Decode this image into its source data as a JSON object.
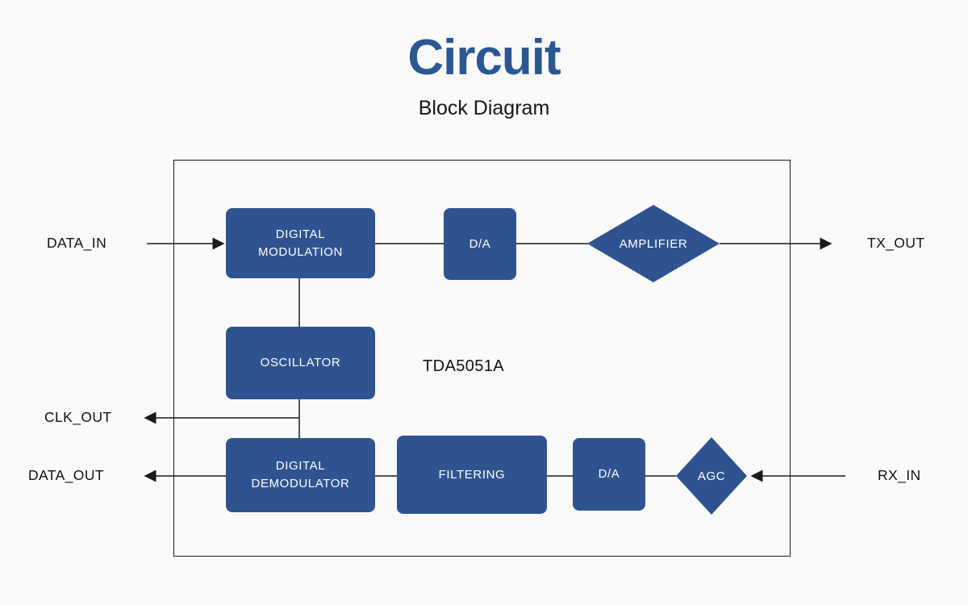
{
  "header": {
    "title": "Circuit",
    "subtitle": "Block Diagram"
  },
  "chip": {
    "label": "TDA5051A"
  },
  "blocks": {
    "digital_modulation": "DIGITAL MODULATION",
    "da_top": "D/A",
    "amplifier": "AMPLIFIER",
    "oscillator": "OSCILLATOR",
    "digital_demodulator": "DIGITAL DEMODULATOR",
    "filtering": "FILTERING",
    "da_bottom": "D/A",
    "agc": "AGC"
  },
  "ports": {
    "data_in": "DATA_IN",
    "tx_out": "TX_OUT",
    "clk_out": "CLK_OUT",
    "data_out": "DATA_OUT",
    "rx_in": "RX_IN"
  },
  "colors": {
    "block": "#2F5390",
    "accent": "#2B5793",
    "line": "#1a1a1a",
    "bg": "#fafafa"
  }
}
